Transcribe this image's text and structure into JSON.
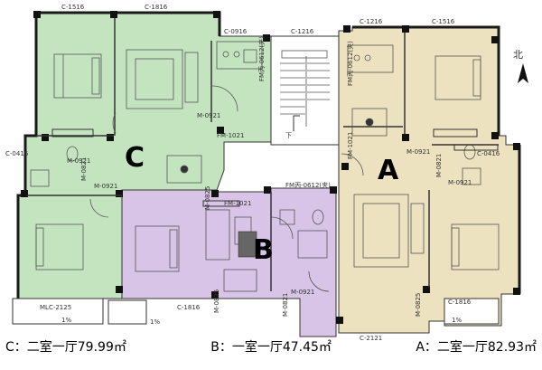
{
  "units": {
    "A": {
      "letter": "A",
      "caption": "A：二室一厅82.93㎡",
      "fill": "#ece2bf"
    },
    "B": {
      "letter": "B",
      "caption": "B：一室一厅47.45㎡",
      "fill": "#d8c4e6"
    },
    "C": {
      "letter": "C",
      "caption": "C：二室一厅79.99㎡",
      "fill": "#c4e4c0"
    }
  },
  "compass": {
    "label": "北"
  },
  "labels": {
    "c1516_left": "C-1516",
    "c1816_top": "C-1816",
    "c0916": "C-0916",
    "c1216_stair": "C-1216",
    "c1216_right": "C-1216",
    "c1516_right": "C-1516",
    "fm0612_left": "FM丙-0612(夹)",
    "fm0612_right": "FM丙-0612(夹)",
    "fm0612_mid": "FM丙-0612(夹)",
    "m0921_c1": "M-0921",
    "m0921_c2": "M-0921",
    "m0921_c3": "M-0921",
    "m0921_a1": "M-0921",
    "m0921_a2": "M-0921",
    "m0921_b": "M-0921",
    "fm1021_c": "FM-1021",
    "fm1021_a": "FM-1021",
    "fm1021_b": "FM-1021",
    "m0821_c": "M-0821",
    "m0821_a": "M-0821",
    "m0821_b": "M-0821",
    "m0825_b": "M-0825",
    "m0825_c": "M-0825",
    "m0825_a": "M-0825",
    "c0416_left": "C-0416",
    "c0416_right": "C-0416",
    "mlc2125": "MLC-2125",
    "c1816_bl": "C-1816",
    "c1816_br": "C-1816",
    "c2121": "C-2121",
    "slope1": "1%",
    "slope2": "1%",
    "slope3": "1%",
    "down": "下"
  },
  "colors": {
    "wall": "#1a1a1a",
    "line": "#444444"
  }
}
